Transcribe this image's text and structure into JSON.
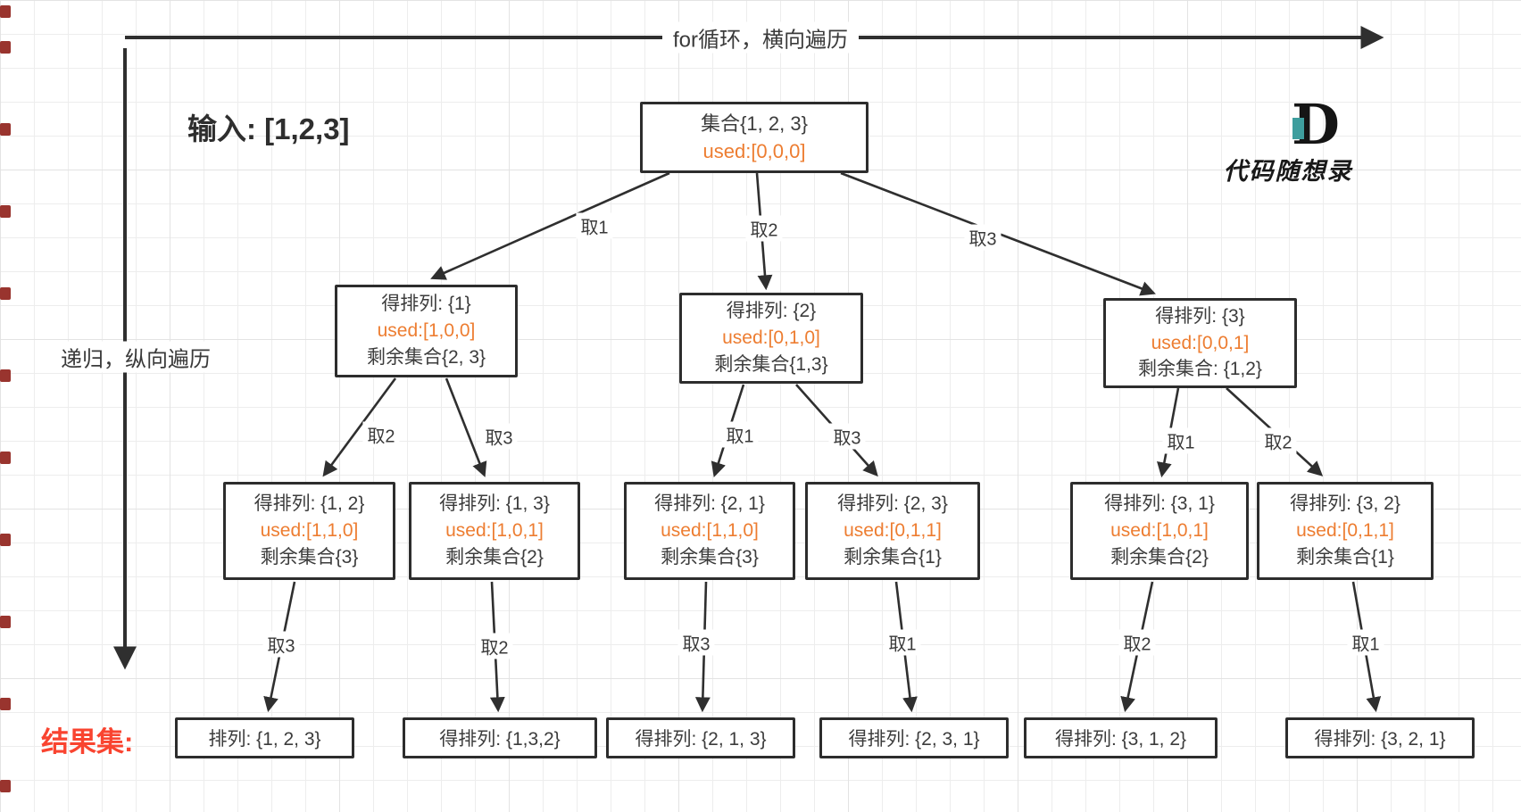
{
  "annotations": {
    "top_arrow_label": "for循环，横向遍历",
    "left_arrow_label": "递归，纵向遍历",
    "input_label": "输入: [1,2,3]",
    "result_set_label": "结果集:"
  },
  "logo": {
    "letter": "D",
    "text": "代码随想录"
  },
  "colors": {
    "used_orange": "#ED7D31",
    "result_red": "#F94430",
    "line_dark": "#2F2F2F",
    "logo_teal": "#3E9E9E"
  },
  "tree": {
    "root": {
      "title": "集合{1, 2, 3}",
      "used": "used:[0,0,0]"
    },
    "level1_edges": [
      "取1",
      "取2",
      "取3"
    ],
    "level2_nodes": [
      {
        "perm": "得排列:  {1}",
        "used": "used:[1,0,0]",
        "rest": "剩余集合{2, 3}"
      },
      {
        "perm": "得排列:  {2}",
        "used": "used:[0,1,0]",
        "rest": "剩余集合{1,3}"
      },
      {
        "perm": "得排列:  {3}",
        "used": "used:[0,0,1]",
        "rest": "剩余集合:  {1,2}"
      }
    ],
    "level2_edges": [
      "取2",
      "取3",
      "取1",
      "取3",
      "取1",
      "取2"
    ],
    "level3_nodes": [
      {
        "perm": "得排列:  {1, 2}",
        "used": "used:[1,1,0]",
        "rest": "剩余集合{3}"
      },
      {
        "perm": "得排列:  {1, 3}",
        "used": "used:[1,0,1]",
        "rest": "剩余集合{2}"
      },
      {
        "perm": "得排列:  {2, 1}",
        "used": "used:[1,1,0]",
        "rest": "剩余集合{3}"
      },
      {
        "perm": "得排列:  {2, 3}",
        "used": "used:[0,1,1]",
        "rest": "剩余集合{1}"
      },
      {
        "perm": "得排列:  {3, 1}",
        "used": "used:[1,0,1]",
        "rest": "剩余集合{2}"
      },
      {
        "perm": "得排列:  {3, 2}",
        "used": "used:[0,1,1]",
        "rest": "剩余集合{1}"
      }
    ],
    "level3_edges": [
      "取3",
      "取2",
      "取3",
      "取1",
      "取2",
      "取1"
    ],
    "results": [
      "排列:  {1, 2, 3}",
      "得排列:  {1,3,2}",
      "得排列:  {2, 1, 3}",
      "得排列:  {2, 3, 1}",
      "得排列:  {3, 1, 2}",
      "得排列:  {3, 2, 1}"
    ]
  }
}
